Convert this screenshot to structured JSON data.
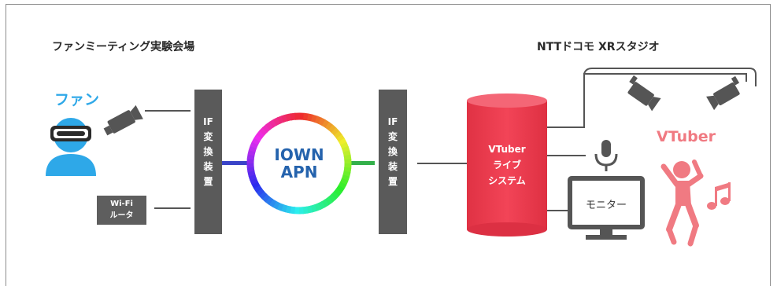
{
  "titles": {
    "left": "ファンミーティング実験会場",
    "right": "NTTドコモ XRスタジオ"
  },
  "fan_label": "ファン",
  "vtuber_label": "VTuber",
  "converter_left": [
    "IF",
    "変",
    "換",
    "装",
    "置"
  ],
  "converter_right": [
    "IF",
    "変",
    "換",
    "装",
    "置"
  ],
  "router": [
    "Wi-Fi",
    "ルータ"
  ],
  "apn": [
    "IOWN",
    "APN"
  ],
  "system": [
    "VTuber",
    "ライブ",
    "システム"
  ],
  "monitor": "モニター",
  "colors": {
    "gray_box": "#5a5a5a",
    "red_system": "#e8384b",
    "fan_blue": "#2ea8e8",
    "vtuber_pink": "#f07a82",
    "apn_text": "#2563ad"
  }
}
